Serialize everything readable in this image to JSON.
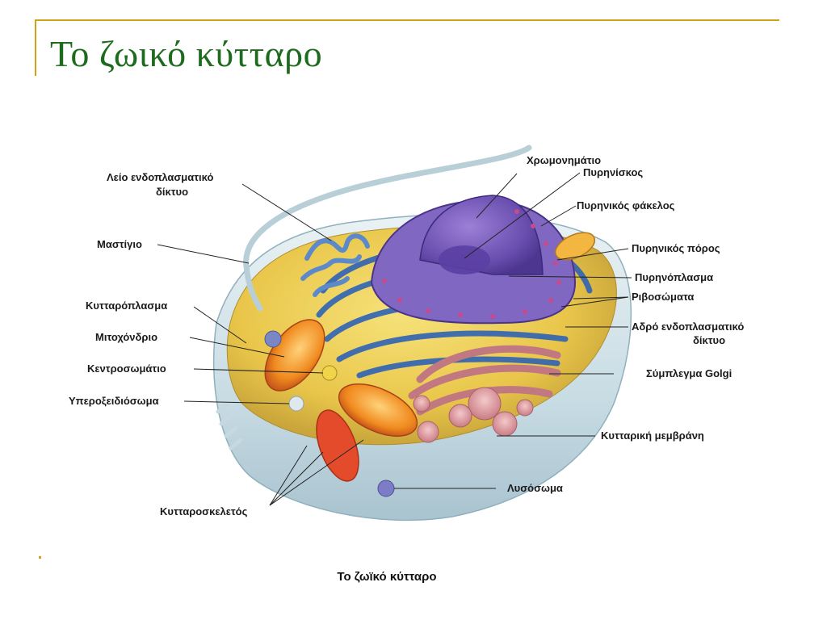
{
  "slide": {
    "title": "Το ζωικό κύτταρο",
    "caption": "Το ζωϊκό κύτταρο"
  },
  "labels": {
    "smooth_er_1": "Λείο ενδοπλασματικό",
    "smooth_er_2": "δίκτυο",
    "flagellum": "Μαστίγιο",
    "cytoplasm": "Κυτταρόπλασμα",
    "mitochondrion": "Μιτοχόνδριο",
    "centrosome": "Κεντροσωμάτιο",
    "peroxisome": "Υπεροξειδιόσωμα",
    "cytoskeleton": "Κυτταροσκελετός",
    "chromatin": "Χρωμονημάτιο",
    "nucleolus": "Πυρηνίσκος",
    "nuclear_envelope": "Πυρηνικός φάκελος",
    "nuclear_pore": "Πυρηνικός πόρος",
    "nucleoplasm": "Πυρηνόπλασμα",
    "ribosomes": "Ριβοσώματα",
    "rough_er_1": "Αδρό ενδοπλασματικό",
    "rough_er_2": "δίκτυο",
    "golgi": "Σύμπλεγμα Golgi",
    "cell_membrane": "Κυτταρική μεμβράνη",
    "lysosome": "Λυσόσωμα"
  },
  "colors": {
    "title": "#1e6b1e",
    "accent": "#d4a017"
  }
}
